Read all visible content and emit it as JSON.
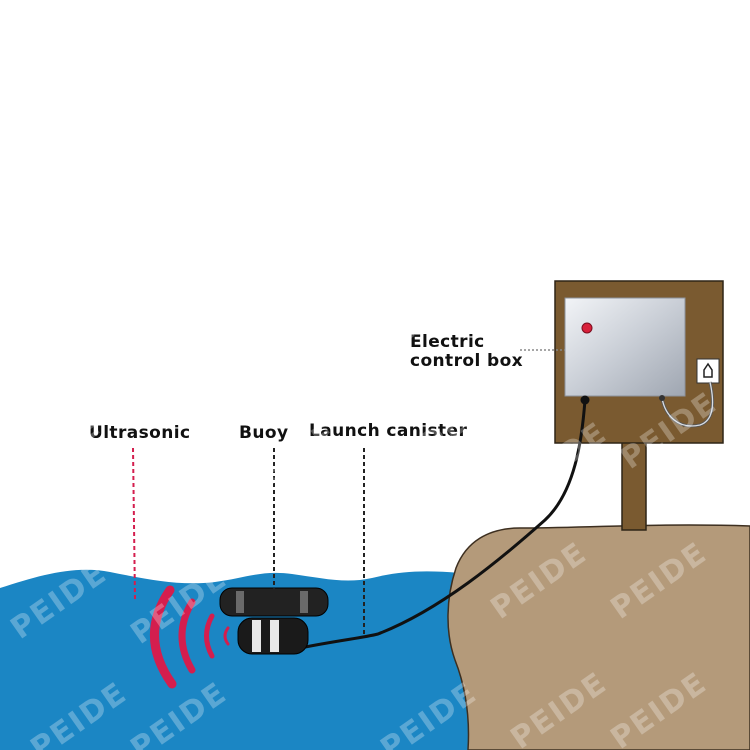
{
  "labels": {
    "ultrasonic": "Ultrasonic",
    "buoy": "Buoy",
    "launch_canister": "Launch canister",
    "control_box_line1": "Electric",
    "control_box_line2": "control box"
  },
  "watermark": "PEIDE",
  "colors": {
    "water": "#1b86c4",
    "land": "#b49a7a",
    "pole": "#7a5a30",
    "ultrasonic_wave": "#d41e4e",
    "control_box": "#d4d8df",
    "indicator_light": "#d8203a",
    "cable": "#111111"
  }
}
